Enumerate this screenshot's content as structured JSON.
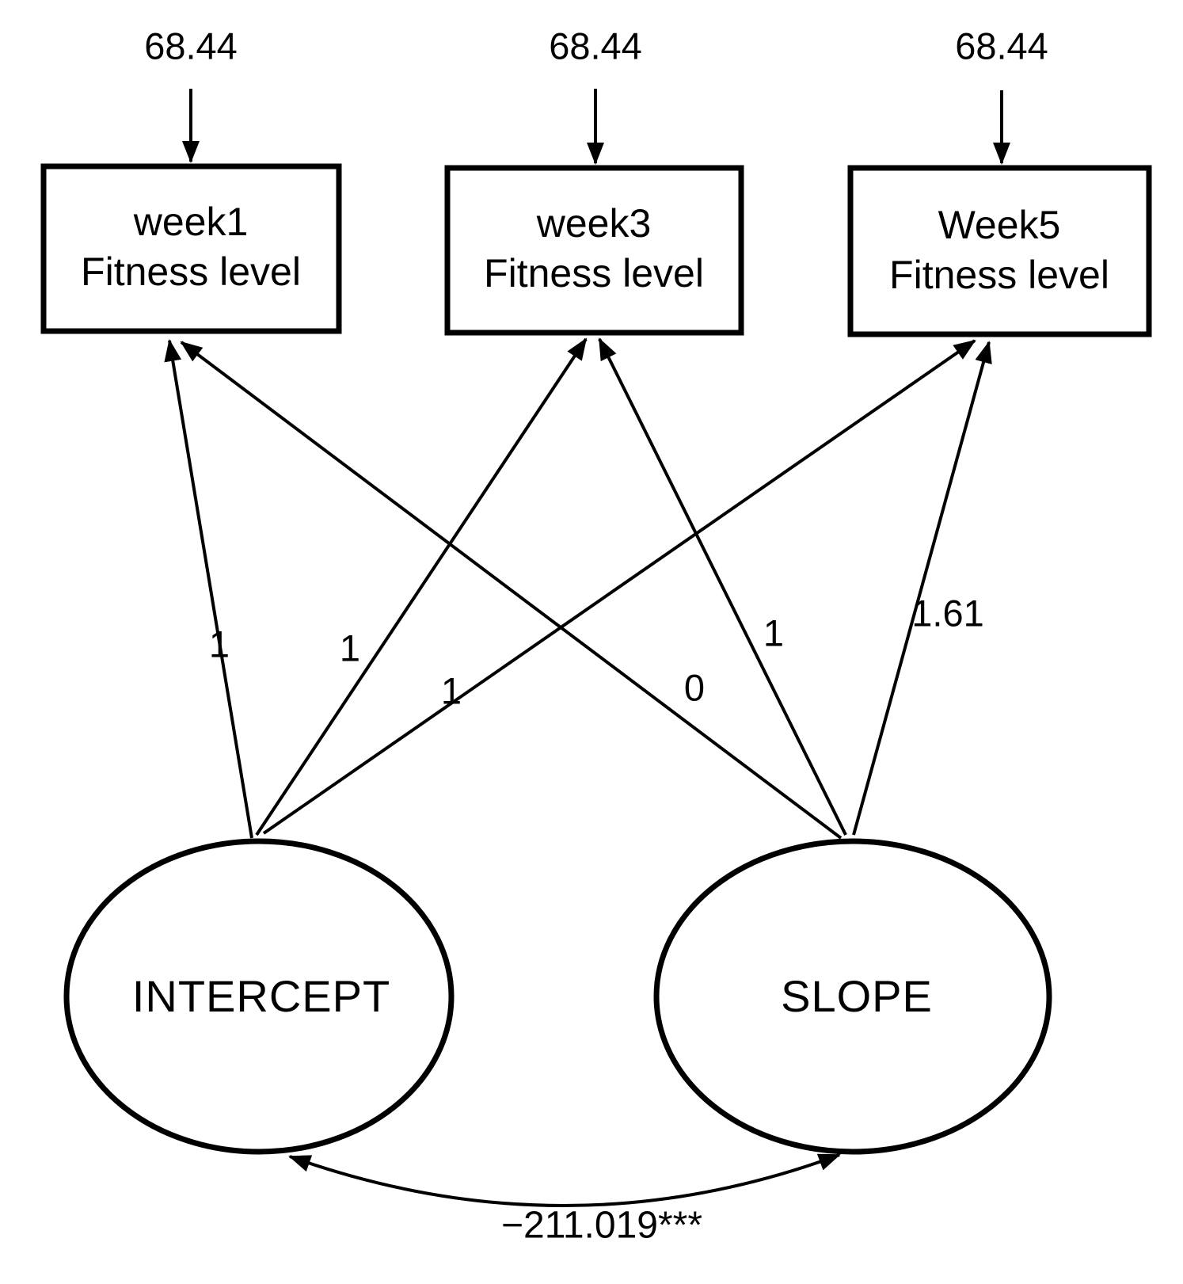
{
  "diagram": {
    "type": "sem-latent-growth-path-diagram",
    "colors": {
      "line": "#000000",
      "background": "#ffffff",
      "text": "#000000"
    },
    "observed_variables": [
      {
        "id": "week1",
        "label_line1": "week1",
        "label_line2": "Fitness level",
        "error_value": "68.44"
      },
      {
        "id": "week3",
        "label_line1": "week3",
        "label_line2": "Fitness level",
        "error_value": "68.44"
      },
      {
        "id": "week5",
        "label_line1": "Week5",
        "label_line2": "Fitness level",
        "error_value": "68.44"
      }
    ],
    "latent_variables": [
      {
        "id": "intercept",
        "label": "INTERCEPT"
      },
      {
        "id": "slope",
        "label": "SLOPE"
      }
    ],
    "loadings": [
      {
        "from": "INTERCEPT",
        "to": "week1",
        "label": "1"
      },
      {
        "from": "INTERCEPT",
        "to": "week3",
        "label": "1"
      },
      {
        "from": "INTERCEPT",
        "to": "week5",
        "label": "1"
      },
      {
        "from": "SLOPE",
        "to": "week1",
        "label": "0"
      },
      {
        "from": "SLOPE",
        "to": "week3",
        "label": "1"
      },
      {
        "from": "SLOPE",
        "to": "week5",
        "label": "1.61"
      }
    ],
    "covariance": {
      "between": [
        "INTERCEPT",
        "SLOPE"
      ],
      "label": "−211.019***"
    }
  }
}
